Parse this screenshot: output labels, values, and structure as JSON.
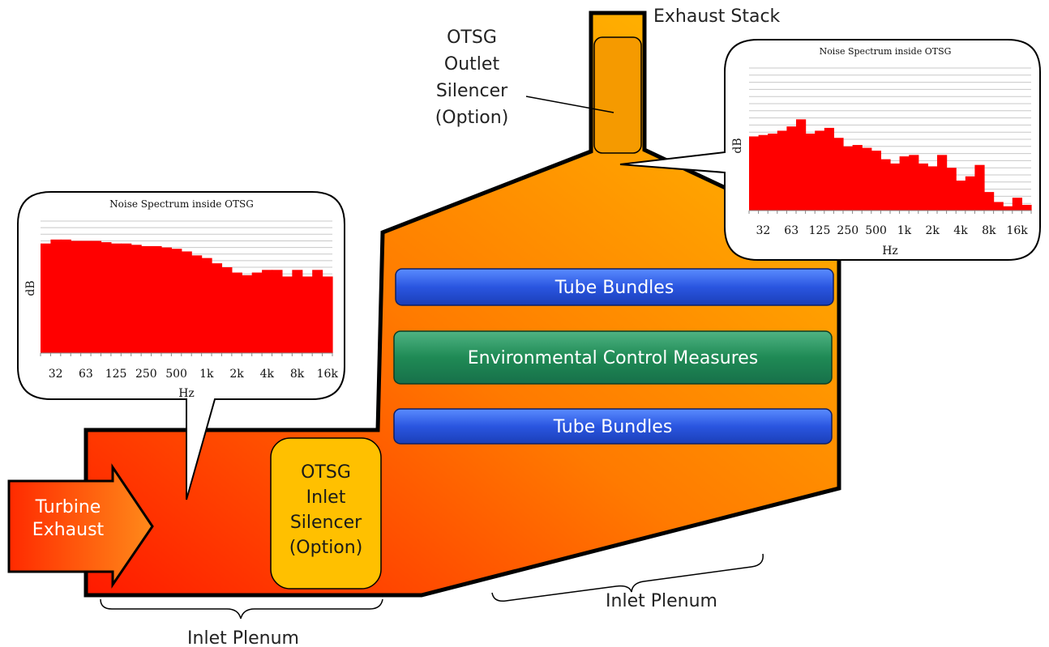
{
  "labels": {
    "exhaust_stack": "Exhaust Stack",
    "outlet_silencer": [
      "OTSG",
      "Outlet",
      "Silencer",
      "(Option)"
    ],
    "inlet_silencer": [
      "OTSG",
      "Inlet",
      "Silencer",
      "(Option)"
    ],
    "turbine_exhaust": [
      "Turbine",
      "Exhaust"
    ],
    "tube_bundles_top": "Tube Bundles",
    "environmental_control": "Environmental Control Measures",
    "tube_bundles_bottom": "Tube Bundles",
    "inlet_plenum_left": "Inlet Plenum",
    "inlet_plenum_right": "Inlet Plenum"
  },
  "colors": {
    "duct_gradient_start": "#ff1a00",
    "duct_gradient_end": "#ffc000",
    "silencer_fill": "#ffc000",
    "outlet_silencer_fill": "#f59a00",
    "tube_bundle": "#2255dd",
    "env_control": "#1f8a55",
    "bar_red": "#ff0000"
  },
  "chart_data": [
    {
      "type": "bar",
      "title": "Noise Spectrum inside OTSG",
      "xlabel": "Hz",
      "ylabel": "dB",
      "tick_labels": [
        "32",
        "63",
        "125",
        "250",
        "500",
        "1k",
        "2k",
        "4k",
        "8k",
        "16k"
      ],
      "values": [
        83,
        86,
        86,
        85,
        85,
        85,
        84,
        83,
        83,
        82,
        81,
        81,
        80,
        79,
        77,
        74,
        72,
        68,
        65,
        61,
        59,
        61,
        63,
        63,
        58,
        63,
        58,
        63,
        58
      ]
    },
    {
      "type": "bar",
      "title": "Noise Spectrum inside OTSG",
      "xlabel": "Hz",
      "ylabel": "dB",
      "tick_labels": [
        "32",
        "63",
        "125",
        "250",
        "500",
        "1k",
        "2k",
        "4k",
        "8k",
        "16k"
      ],
      "values": [
        52,
        53,
        54,
        56,
        59,
        64,
        54,
        56,
        58,
        51,
        45,
        46,
        44,
        42,
        36,
        33,
        38,
        39,
        33,
        31,
        39,
        30,
        21,
        24,
        32,
        13,
        6,
        3,
        9,
        4
      ]
    }
  ]
}
